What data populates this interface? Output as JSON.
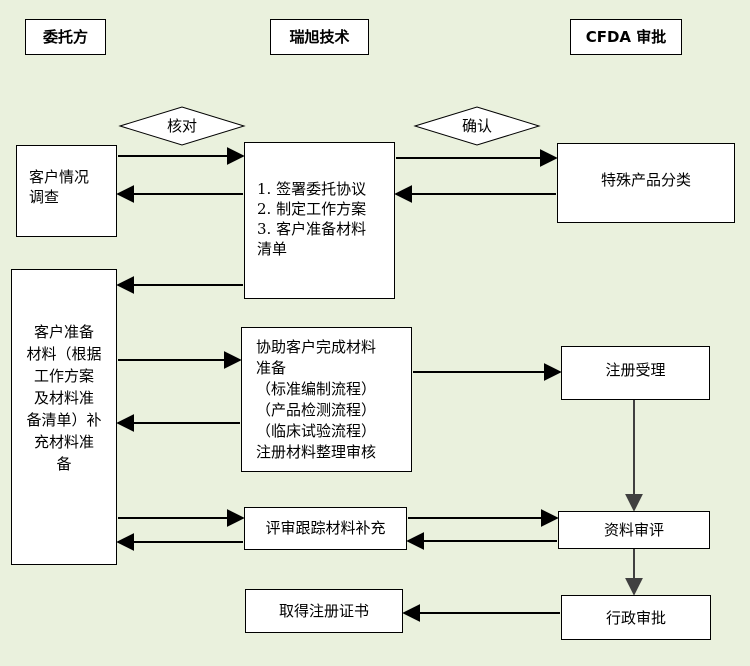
{
  "lanes": {
    "client": "委托方",
    "ruixu": "瑞旭技术",
    "cfda": "CFDA 审批"
  },
  "decisions": {
    "verify": "核对",
    "confirm": "确认"
  },
  "nodes": {
    "client_survey": [
      "客户情况",
      "调查"
    ],
    "agreement": [
      "1. 签署委托协议",
      "2. 制定工作方案",
      "3. 客户准备材料",
      "清单"
    ],
    "special_classification": "特殊产品分类",
    "client_prepare": [
      "客户准备",
      "材料（根据",
      "工作方案",
      "及材料准",
      "备清单）补",
      "充材料准",
      "备"
    ],
    "assist": [
      "协助客户完成材料",
      "准备",
      "（标准编制流程）",
      "（产品检测流程）",
      "（临床试验流程）",
      "注册材料整理审核"
    ],
    "registration_accept": "注册受理",
    "review_supplement": "评审跟踪材料补充",
    "document_review": "资料审评",
    "obtain_certificate": "取得注册证书",
    "admin_approval": "行政审批"
  },
  "colors": {
    "background": "#eaf1dd",
    "box_fill": "#ffffff",
    "stroke": "#000000",
    "down_arrow": "#404040"
  }
}
